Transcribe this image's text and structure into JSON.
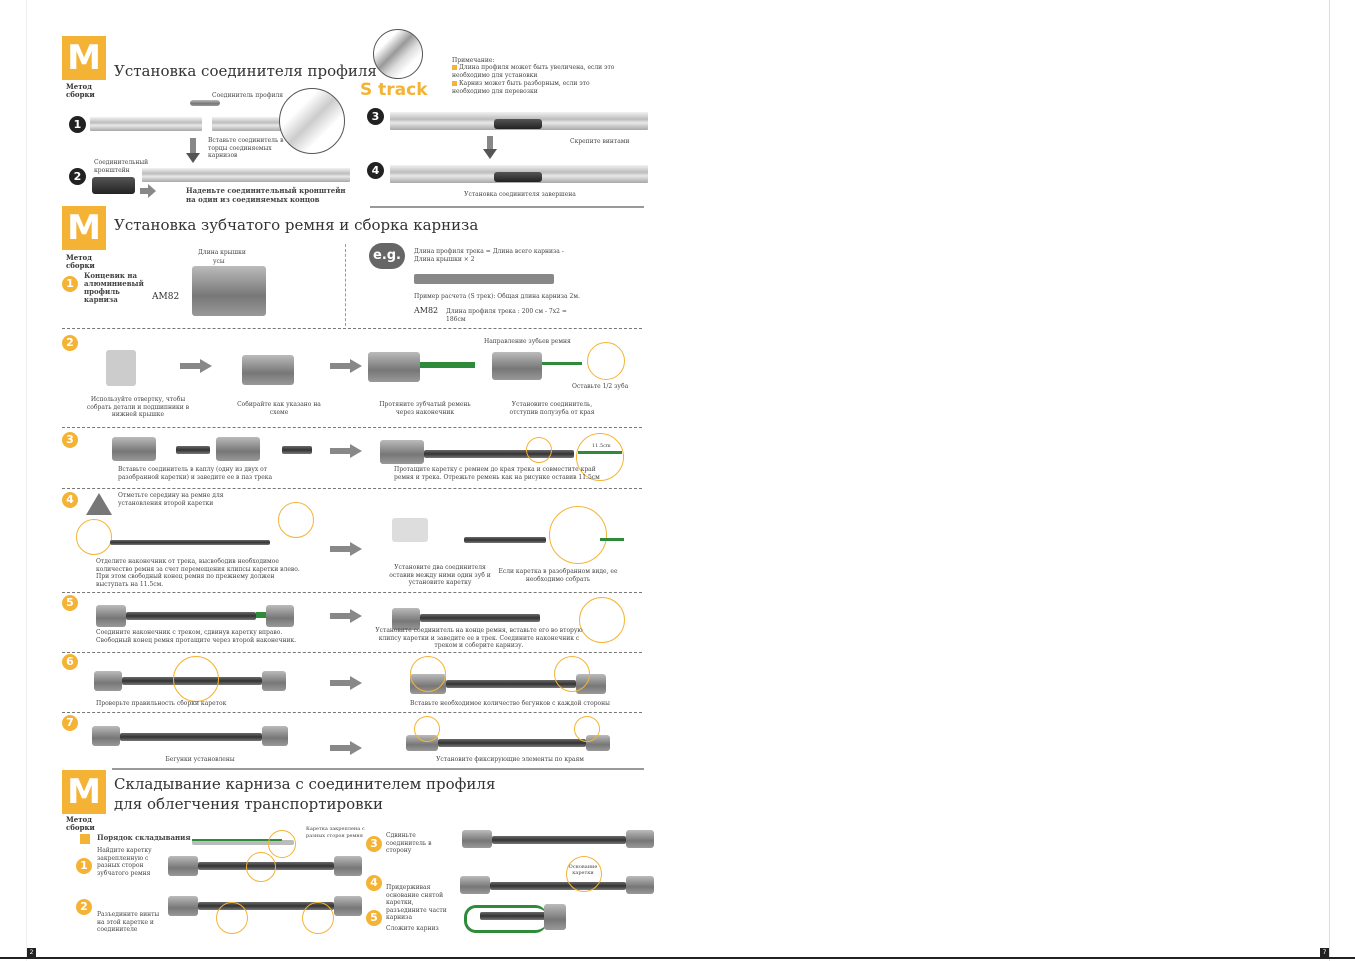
{
  "page_left": "2",
  "page_right": "7",
  "section1": {
    "badge": "M",
    "method": "Метод\nсборки",
    "title": "Установка соединителя профиля",
    "connector_label": "Соединитель профиля",
    "insert_text": "Вставьте соединитель в торцы соединяемых карнизов",
    "bracket_label": "Соединительный кронштейн",
    "bracket_text": "Наденьте соединительный кронштейн на один из соединяемых концов",
    "s_track": "S track",
    "note_title": "Примечание:",
    "note_1": "Длина профиля может быть увеличена, если это необходимо для установки",
    "note_2": "Карниз может быть разборным, если это необходимо для перевозки",
    "screw_text": "Скрепите винтами",
    "done_text": "Установка соединителя завершена",
    "steps": [
      "1",
      "2",
      "3",
      "4"
    ]
  },
  "section2": {
    "badge": "M",
    "method": "Метод\nсборки",
    "title": "Установка зубчатого ремня и сборка карниза",
    "endcap_label": "Концевик на алюминиевый профиль карниза",
    "model": "AM82",
    "cap_length_label": "Длина крышки",
    "mustache_label": "усы",
    "eg_badge": "e.g.",
    "formula": "Длина профиля трека = Длина всего карниза - Длина крышки × 2",
    "example": "Пример расчета (S трек): Общая длина карниза 2м.",
    "example_model": "AM82",
    "example_calc": "Длина профиля трека : 200 см - 7x2 = 186см",
    "step2": {
      "num": "2",
      "belt_direction": "Направление зубьев ремня",
      "half_tooth": "Оставьте 1/2 зуба",
      "cap_a": "Используйте отвертку, чтобы собрать детали и подшипники в нижней крышке",
      "cap_b": "Собирайте как указано на схеме",
      "cap_c": "Протяните зубчатый ремень через наконечник",
      "cap_d": "Установите соединитель, отступив полузуба от края"
    },
    "step3": {
      "num": "3",
      "cap_a": "Вставьте соединитель в каплу (одну из двух от разобранной каретки) и заведите ее в паз трека",
      "cap_b": "Протащите каретку с ремнем до края трека и совместите край ремня и трека. Отрежьте ремень как на рисунке оставив 11.5см",
      "dim": "11.5cm"
    },
    "step4": {
      "num": "4",
      "warn": "Отметьте середину на ремне для установления второй каретки",
      "cap_a": "Отделите наконечник от трека, высвободив необходимое количество ремня за счет перемещения клипсы каретки влево. При этом свободный конец ремня по прежнему должен выступать на 11.5см.",
      "cap_b": "Установите два соединителя оставив между ними один зуб и установите каретку",
      "cap_c": "Если каретка в разобранном виде, ее необходимо собрать"
    },
    "step5": {
      "num": "5",
      "cap_a": "Соедините наконечник с треком, сдвинув каретку вправо. Свободный конец ремня протащите через второй наконечник.",
      "cap_b": "Установите соединитель на конце ремня, вставьте его во вторую клипсу каретки и заведите ее в трек. Соедините наконечник с треком и соберите карнизу."
    },
    "step6": {
      "num": "6",
      "cap_a": "Проверьте правильность сборки кареток",
      "cap_b": "Вставьте необходимое количество бегунков с каждой стороны"
    },
    "step7": {
      "num": "7",
      "cap_a": "Бегунки установлены",
      "cap_b": "Установите фиксирующие элементы по краям"
    }
  },
  "section3": {
    "badge": "M",
    "method": "Метод\nсборки",
    "title_1": "Складывание карниза с соединителем профиля",
    "title_2": "для облегчения транспортировки",
    "order_label": "Порядок складывания",
    "belt_fixed": "Каретка закреплена с разных сторон ремня",
    "s1": {
      "num": "1",
      "text": "Найдите каретку закрепленную с разных сторон зубчатого ремня"
    },
    "s2": {
      "num": "2",
      "text": "Разъедините винты на этой каретке и соединителе"
    },
    "s3": {
      "num": "3",
      "text": "Сдвиньте соединитель в сторону"
    },
    "s4": {
      "num": "4",
      "text": "Придерживая основание снятой каретки, разъедините части карниза"
    },
    "s5": {
      "num": "5",
      "text": "Сложите карниз"
    },
    "base_label": "Основание каретки"
  }
}
